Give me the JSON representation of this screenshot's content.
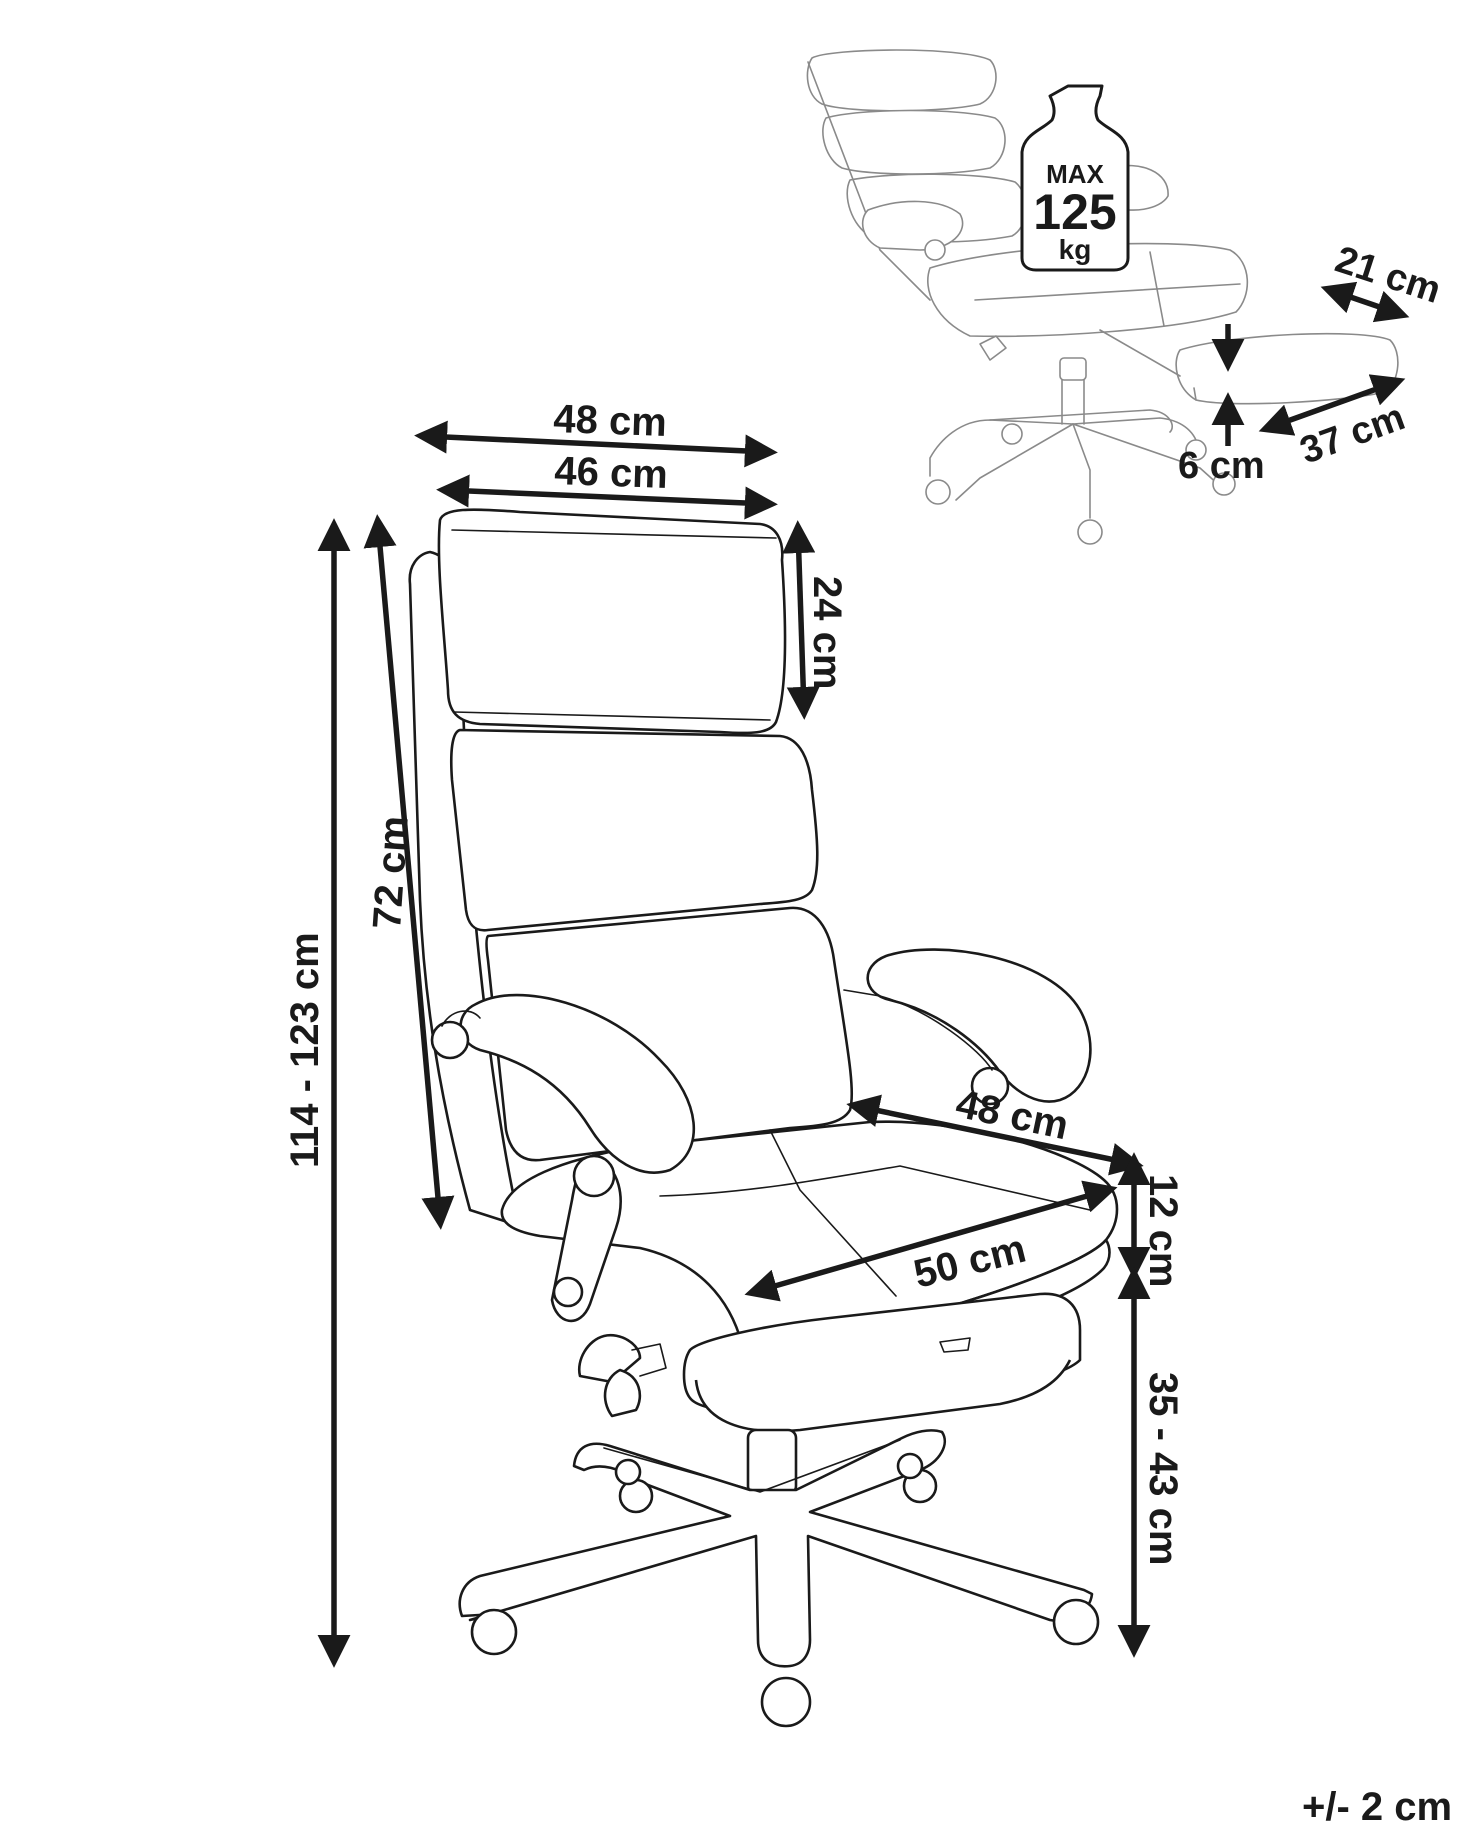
{
  "weight_limit": {
    "label_top": "MAX",
    "value": "125",
    "unit": "kg"
  },
  "dimensions": {
    "overall_width": "48 cm",
    "backrest_width": "46 cm",
    "headrest_height": "24 cm",
    "backrest_height": "72 cm",
    "total_height": "114 - 123 cm",
    "seat_depth": "48 cm",
    "seat_width": "50 cm",
    "seat_thickness": "12 cm",
    "seat_height": "35 - 43 cm",
    "footrest_depth": "21 cm",
    "footrest_length": "37 cm",
    "footrest_clearance": "6 cm"
  },
  "tolerance": "+/- 2 cm"
}
